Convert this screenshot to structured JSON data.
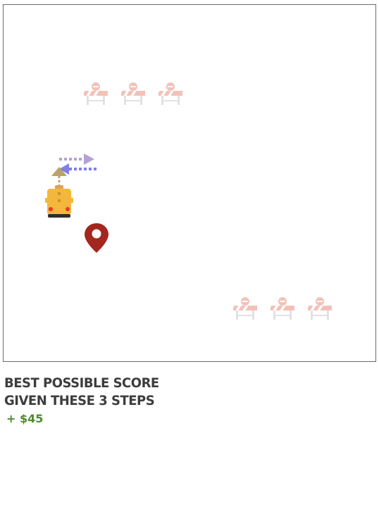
{
  "score": {
    "line1": "BEST POSSIBLE SCORE",
    "line2": "GIVEN THESE 3 STEPS",
    "value": "+ $45"
  },
  "colors": {
    "barrier": "#f3c1b8",
    "barrier_legs": "#e2e2e2",
    "bus": "#f4b73b",
    "pin": "#a3271f",
    "arrow_up": "#b9a26b",
    "arrow_right": "#b3a2d4",
    "arrow_left": "#7f7fe6",
    "score_text": "#3d3d3d",
    "score_value": "#4d8c2e"
  },
  "icons": {
    "barrier": "road-barrier-icon",
    "bus": "school-bus-icon",
    "destination": "map-pin-icon"
  }
}
